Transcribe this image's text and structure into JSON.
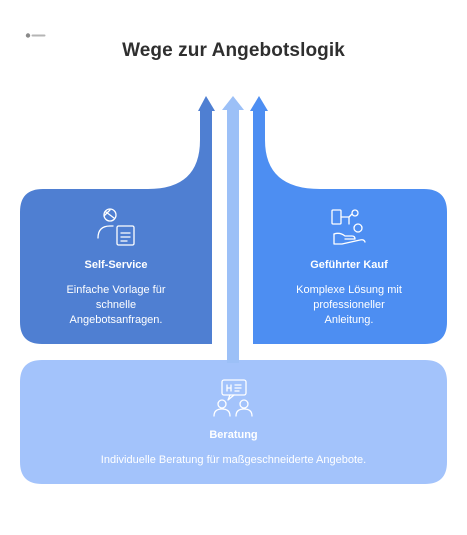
{
  "title": "Wege zur Angebotslogik",
  "colors": {
    "self_service": "#4f7fd2",
    "gefuehrter_kauf": "#4d8ef2",
    "beratung": "#a3c3fb",
    "center_arrow": "#9cc0f7",
    "text": "#ffffff",
    "title": "#2f2f2f"
  },
  "cards": {
    "self_service": {
      "title": "Self-Service",
      "description_lines": [
        "Einfache Vorlage für",
        "schnelle",
        "Angebotsanfragen."
      ],
      "icon": "person-document-icon"
    },
    "gefuehrter_kauf": {
      "title": "Geführter Kauf",
      "description_lines": [
        "Komplexe Lösung mit",
        "professioneller",
        "Anleitung."
      ],
      "icon": "hand-flowchart-icon"
    },
    "beratung": {
      "title": "Beratung",
      "description": "Individuelle Beratung für maßgeschneiderte Angebote.",
      "icon": "two-people-chat-icon"
    }
  }
}
